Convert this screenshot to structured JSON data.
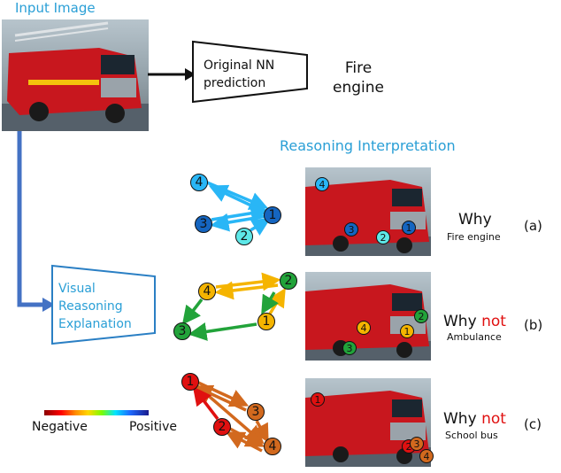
{
  "input_label": "Input Image",
  "nn_box_label": "Original NN prediction",
  "prediction": "Fire engine",
  "reasoning_title": "Reasoning Interpretation",
  "explanation_box_label": "Visual Reasoning Explanation",
  "legend": {
    "negative": "Negative",
    "positive": "Positive"
  },
  "rows": [
    {
      "why": "Why",
      "not": "",
      "target": "Fire engine",
      "tag": "(a)",
      "nodes": [
        "1",
        "2",
        "3",
        "4"
      ]
    },
    {
      "why": "Why",
      "not": "not",
      "target": "Ambulance",
      "tag": "(b)",
      "nodes": [
        "1",
        "2",
        "3",
        "4"
      ]
    },
    {
      "why": "Why",
      "not": "not",
      "target": "School bus",
      "tag": "(c)",
      "nodes": [
        "1",
        "2",
        "3",
        "4"
      ]
    }
  ],
  "colors": {
    "blue_arrow": "#4472c4",
    "cyan": "#29b6f6",
    "navy": "#1565c0",
    "green": "#22a33a",
    "yellow": "#f5b400",
    "orange": "#d2691e",
    "red": "#e01010",
    "not_red": "#e01010"
  }
}
